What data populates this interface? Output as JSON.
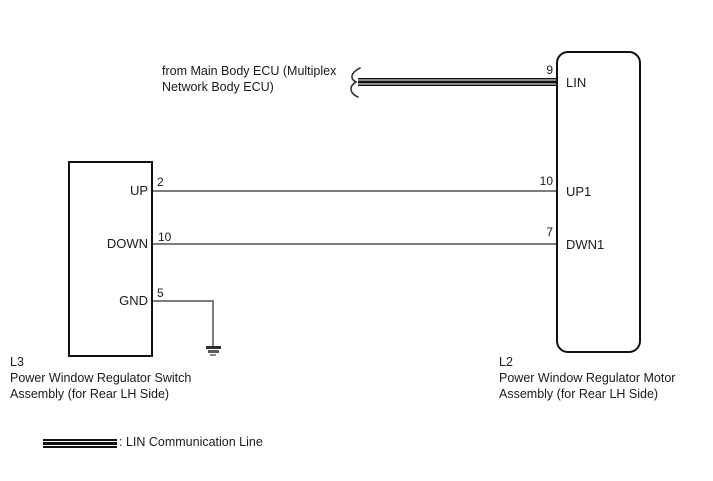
{
  "diagram": {
    "ecu_note": {
      "line1": "from Main Body ECU (Multiplex",
      "line2": "Network Body ECU)"
    },
    "left_component": {
      "id": "L3",
      "name_line1": "Power Window Regulator Switch",
      "name_line2": "Assembly (for Rear LH Side)",
      "pins": [
        {
          "label": "UP",
          "number": "2"
        },
        {
          "label": "DOWN",
          "number": "10"
        },
        {
          "label": "GND",
          "number": "5"
        }
      ]
    },
    "right_component": {
      "id": "L2",
      "name_line1": "Power Window Regulator Motor",
      "name_line2": "Assembly (for Rear LH Side)",
      "pins": [
        {
          "label": "LIN",
          "number": "9"
        },
        {
          "label": "UP1",
          "number": "10"
        },
        {
          "label": "DWN1",
          "number": "7"
        }
      ]
    },
    "legend": {
      "label": ": LIN Communication Line"
    },
    "colors": {
      "wire_gray": "#7d7d7d",
      "outline_black": "#111111",
      "background": "#ffffff"
    }
  }
}
